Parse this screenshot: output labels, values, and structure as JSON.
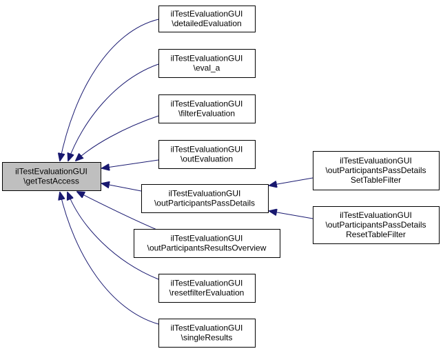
{
  "graph": {
    "colors": {
      "edge": "#191970",
      "node_border": "#000000",
      "node_fill": "#ffffff",
      "focus_fill": "#bfbfbf",
      "text": "#000000"
    },
    "focus_node": {
      "id": "getTestAccess",
      "lines": [
        "ilTestEvaluationGUI",
        "\\getTestAccess"
      ]
    },
    "callers": [
      {
        "id": "detailedEvaluation",
        "lines": [
          "ilTestEvaluationGUI",
          "\\detailedEvaluation"
        ]
      },
      {
        "id": "eval_a",
        "lines": [
          "ilTestEvaluationGUI",
          "\\eval_a"
        ]
      },
      {
        "id": "filterEvaluation",
        "lines": [
          "ilTestEvaluationGUI",
          "\\filterEvaluation"
        ]
      },
      {
        "id": "outEvaluation",
        "lines": [
          "ilTestEvaluationGUI",
          "\\outEvaluation"
        ]
      },
      {
        "id": "outParticipantsPassDetails",
        "lines": [
          "ilTestEvaluationGUI",
          "\\outParticipantsPassDetails"
        ]
      },
      {
        "id": "outParticipantsResultsOverview",
        "lines": [
          "ilTestEvaluationGUI",
          "\\outParticipantsResultsOverview"
        ]
      },
      {
        "id": "resetfilterEvaluation",
        "lines": [
          "ilTestEvaluationGUI",
          "\\resetfilterEvaluation"
        ]
      },
      {
        "id": "singleResults",
        "lines": [
          "ilTestEvaluationGUI",
          "\\singleResults"
        ]
      }
    ],
    "second_level_callers": [
      {
        "id": "SetTableFilter",
        "lines": [
          "ilTestEvaluationGUI",
          "\\outParticipantsPassDetails",
          "SetTableFilter"
        ]
      },
      {
        "id": "ResetTableFilter",
        "lines": [
          "ilTestEvaluationGUI",
          "\\outParticipantsPassDetails",
          "ResetTableFilter"
        ]
      }
    ],
    "edges": [
      {
        "from": "detailedEvaluation",
        "to": "getTestAccess"
      },
      {
        "from": "eval_a",
        "to": "getTestAccess"
      },
      {
        "from": "filterEvaluation",
        "to": "getTestAccess"
      },
      {
        "from": "outEvaluation",
        "to": "getTestAccess"
      },
      {
        "from": "outParticipantsPassDetails",
        "to": "getTestAccess"
      },
      {
        "from": "outParticipantsResultsOverview",
        "to": "getTestAccess"
      },
      {
        "from": "resetfilterEvaluation",
        "to": "getTestAccess"
      },
      {
        "from": "singleResults",
        "to": "getTestAccess"
      },
      {
        "from": "SetTableFilter",
        "to": "outParticipantsPassDetails"
      },
      {
        "from": "ResetTableFilter",
        "to": "outParticipantsPassDetails"
      }
    ]
  }
}
